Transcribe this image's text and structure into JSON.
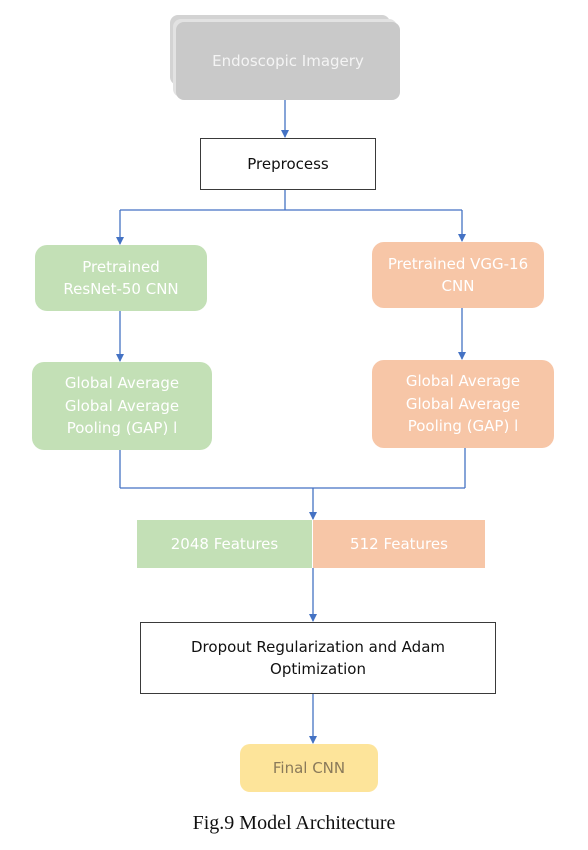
{
  "colors": {
    "connector": "#4472c4",
    "resnet_branch": "#c3e0b6",
    "vgg_branch": "#f7c6a7",
    "final": "#fde49a",
    "input": "#c9c9c9"
  },
  "nodes": {
    "input": "Endoscopic Imagery",
    "preprocess": "Preprocess",
    "resnet": "Pretrained\nResNet-50 CNN",
    "vgg": "Pretrained VGG-16\nCNN",
    "gap_left": "Global Average\nGlobal Average\nPooling (GAP) l",
    "gap_right": "Global Average\nGlobal Average\nPooling (GAP) l",
    "feat_left": "2048 Features",
    "feat_right": "512 Features",
    "dropout": "Dropout Regularization and Adam\nOptimization",
    "final": "Final CNN"
  },
  "caption": "Fig.9 Model Architecture"
}
